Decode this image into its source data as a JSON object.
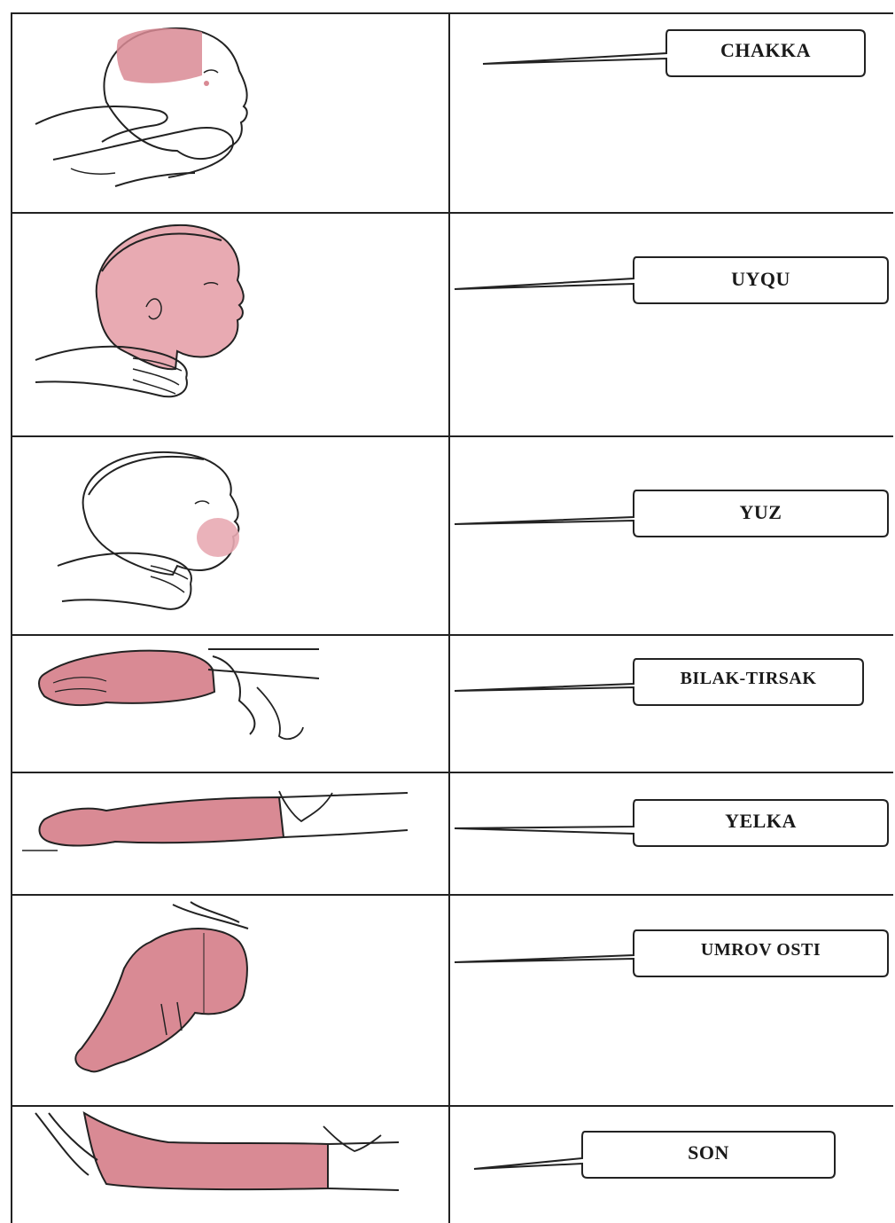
{
  "worksheet": {
    "rows": [
      {
        "label": "CHAKKA",
        "illustration": "head-temple-massage"
      },
      {
        "label": "UYQU",
        "illustration": "head-neck-massage"
      },
      {
        "label": "YUZ",
        "illustration": "face-massage"
      },
      {
        "label": "BILAK-TIRSAK",
        "illustration": "forearm-elbow-massage"
      },
      {
        "label": "YELKA",
        "illustration": "upper-arm-massage"
      },
      {
        "label": "UMROV OSTI",
        "illustration": "subclavian-arm-massage"
      },
      {
        "label": "SON",
        "illustration": "thigh-leg-massage"
      }
    ]
  },
  "colors": {
    "line": "#222222",
    "highlight": "#d98a94",
    "highlight_light": "#e8aab2",
    "paper": "#ffffff"
  }
}
